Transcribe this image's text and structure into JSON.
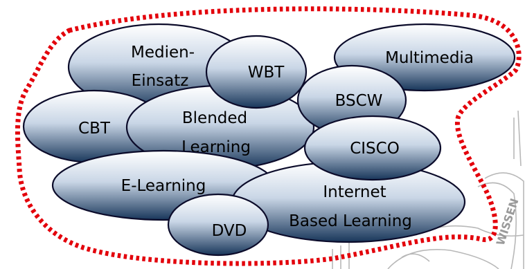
{
  "colors": {
    "boundary": "#e3000b",
    "ellipse_top": "#ffffff",
    "ellipse_bottom": "#18365a",
    "ellipse_stroke": "#0b0b2a"
  },
  "sketch": {
    "icon": "comic-drawing-icon",
    "text": "WISSEN"
  },
  "nodes": [
    {
      "id": "medien",
      "lines": [
        "Medien-",
        "Einsatz"
      ]
    },
    {
      "id": "multimedia",
      "lines": [
        "Multimedia"
      ]
    },
    {
      "id": "cbt",
      "lines": [
        "CBT"
      ]
    },
    {
      "id": "blended",
      "lines": [
        "Blended",
        "Learning"
      ]
    },
    {
      "id": "elearning",
      "lines": [
        "E-Learning"
      ]
    },
    {
      "id": "internet",
      "lines": [
        "Internet",
        "Based Learning"
      ]
    },
    {
      "id": "wbt",
      "lines": [
        "WBT"
      ]
    },
    {
      "id": "bscw",
      "lines": [
        "BSCW"
      ]
    },
    {
      "id": "cisco",
      "lines": [
        "CISCO"
      ]
    },
    {
      "id": "dvd",
      "lines": [
        "DVD"
      ]
    }
  ]
}
